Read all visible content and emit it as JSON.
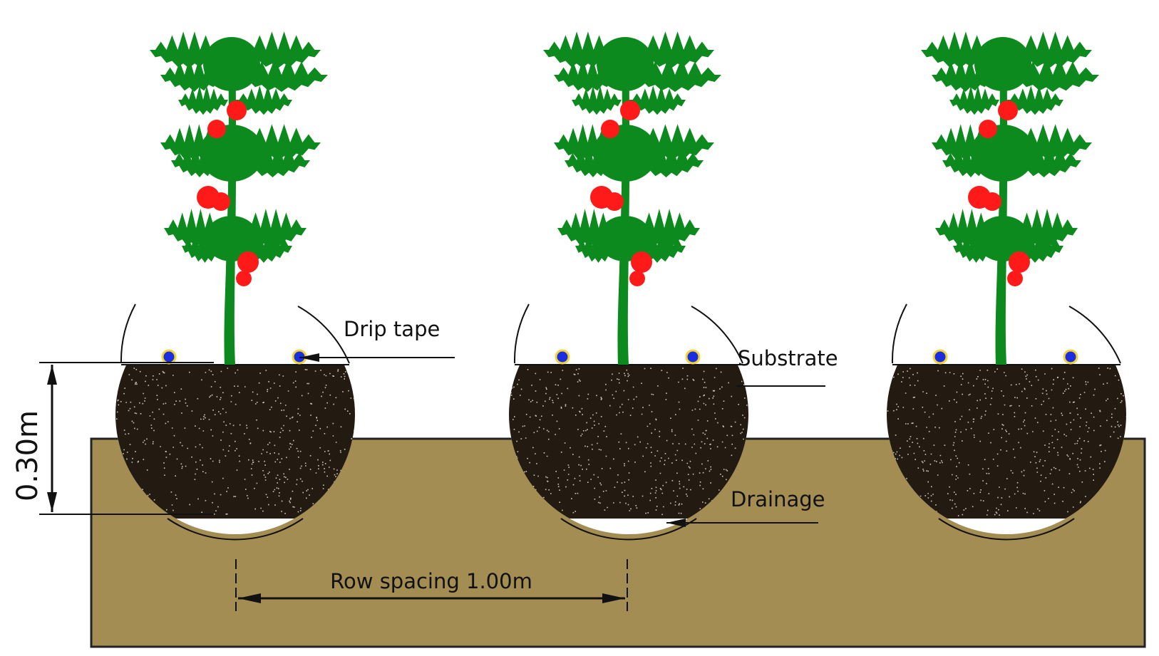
{
  "labels": {
    "drip_tape": "Drip tape",
    "substrate": "Substrate",
    "drainage": "Drainage",
    "row_spacing": "Row spacing 1.00m",
    "depth": "0.30m"
  },
  "colors": {
    "ground": "#a38d52",
    "substrate": "#231a12",
    "foliage": "#0d8a1e",
    "fruit": "#ff1a1a",
    "emitter": "#1a2ee0",
    "emitter_ring": "#f2d43a",
    "line": "#111111"
  },
  "plants": [
    {
      "name": "plant-left"
    },
    {
      "name": "plant-middle"
    },
    {
      "name": "plant-right"
    }
  ]
}
